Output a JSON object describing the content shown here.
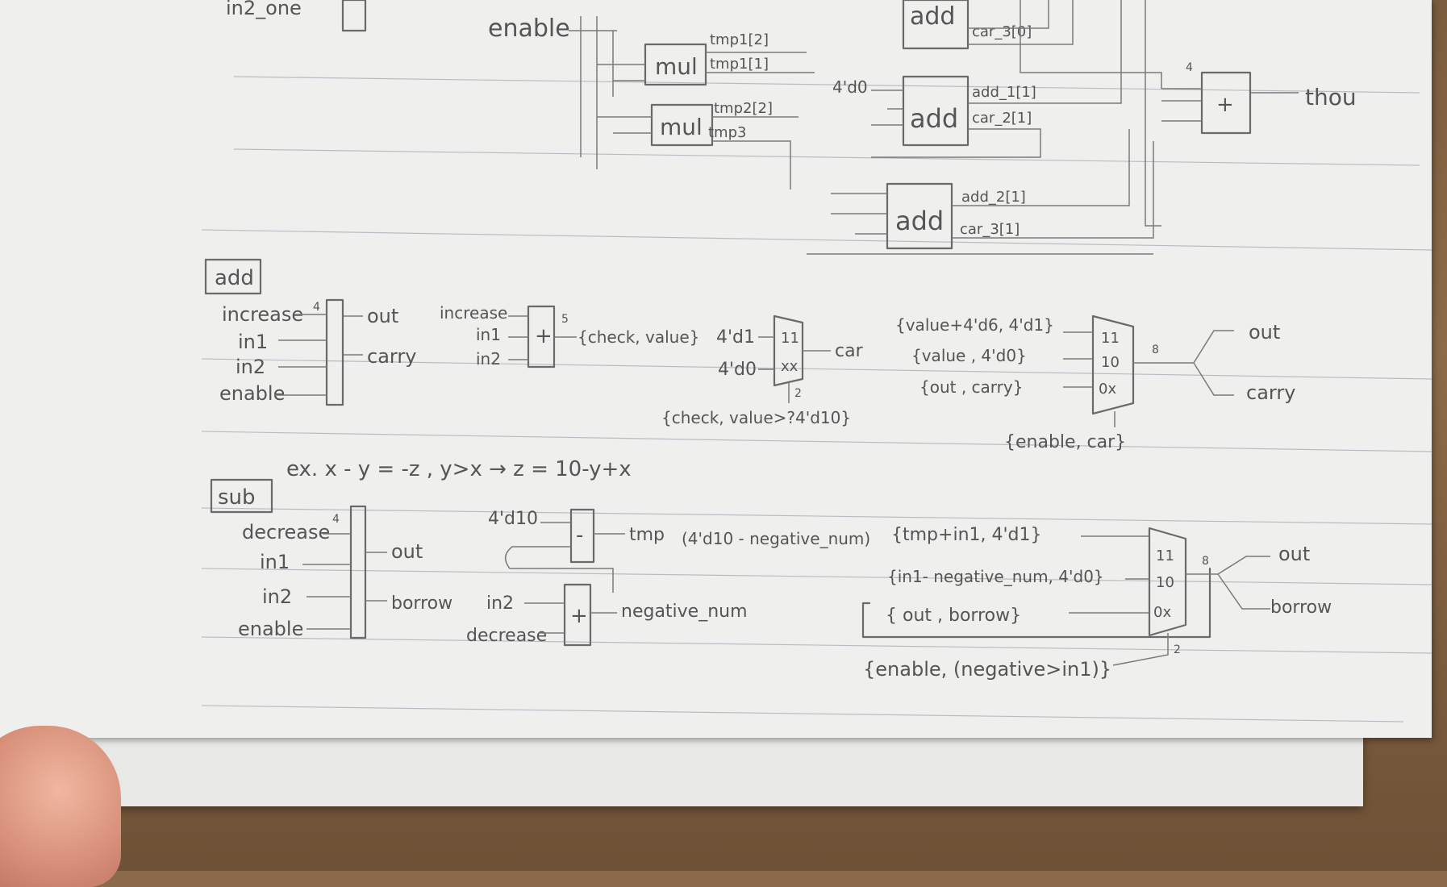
{
  "top_circuit": {
    "in2_one": "in2_one",
    "enable": "enable",
    "mul": "mul",
    "add": "add",
    "d4d0": "4'd0",
    "thou": "thou",
    "width4": "4",
    "wires": {
      "tmp1_2": "tmp1[2]",
      "tmp1_1": "tmp1[1]",
      "tmp2_2": "tmp2[2]",
      "tmp3": "tmp3",
      "car3_0": "car_3[0]",
      "add1_1": "add_1[1]",
      "car2_1": "car_2[1]",
      "add2_1": "add_2[1]",
      "car3_1": "car_3[1]"
    }
  },
  "add_module": {
    "title": "add",
    "ports_in": [
      "increase",
      "in1",
      "in2",
      "enable"
    ],
    "ports_out": [
      "out",
      "carry"
    ],
    "width": "4",
    "adder_inputs": [
      "increase",
      "in1",
      "in2"
    ],
    "adder_plus": "+",
    "adder_bus": "5",
    "adder_out": "{check, value}",
    "mux1_in_a": "4'd1",
    "mux1_in_b": "4'd0",
    "mux1_rows": [
      "11",
      "xx"
    ],
    "mux1_out": "car",
    "mux1_sel": "{check, value>?4'd10}",
    "sel_width": "2",
    "mux2_inputs": [
      "{value+4'd6, 4'd1}",
      "{value , 4'd0}",
      "{out , carry}"
    ],
    "mux2_rows": [
      "11",
      "10",
      "0x"
    ],
    "bus8": "8",
    "mux2_sel": "{enable, car}",
    "mux2_outs": [
      "out",
      "carry"
    ]
  },
  "sub_module": {
    "title": "sub",
    "example": "ex. x - y = -z , y>x → z = 10-y+x",
    "ports_in": [
      "decrease",
      "in1",
      "in2",
      "enable"
    ],
    "ports_out": [
      "out",
      "borrow"
    ],
    "width": "4",
    "sub_in": "4'd10",
    "sub_minus": "-",
    "sub_out": "tmp",
    "sub_note": "(4'd10 - negative_num)",
    "adder_in": [
      "in2",
      "decrease"
    ],
    "adder_plus": "+",
    "adder_out": "negative_num",
    "mux_inputs": [
      "{tmp+in1, 4'd1}",
      "{in1- negative_num, 4'd0}",
      "{ out , borrow}"
    ],
    "mux_rows": [
      "11",
      "10",
      "0x"
    ],
    "bus8": "8",
    "sel_width": "2",
    "mux_sel": "{enable, (negative>in1)}",
    "mux_outs": [
      "out",
      "borrow"
    ]
  }
}
